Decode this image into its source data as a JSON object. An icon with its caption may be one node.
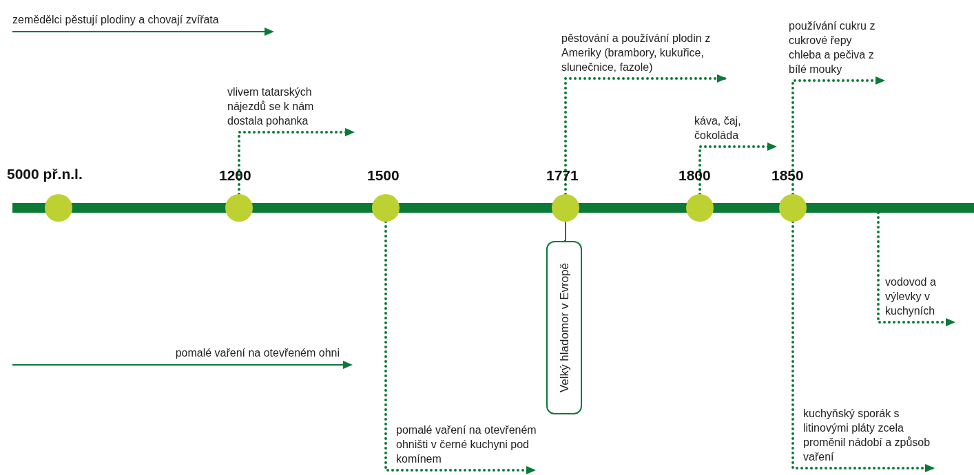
{
  "diagram": {
    "nodes": [
      {
        "text": [],
        "shape": "circle",
        "beside": [
          "5000 př.n.l."
        ]
      },
      {
        "text": [],
        "shape": "circle",
        "beside": [
          "1200"
        ]
      },
      {
        "text": [],
        "shape": "circle",
        "beside": [
          "1500"
        ]
      },
      {
        "text": [],
        "shape": "circle",
        "beside": [
          "1771"
        ]
      },
      {
        "text": [],
        "shape": "circle",
        "beside": [
          "1800"
        ]
      },
      {
        "text": [],
        "shape": "circle",
        "beside": [
          "1850"
        ]
      },
      {
        "text": [
          "vlivem tatarských nájezdů se k nám dostala pohanka"
        ]
      },
      {
        "text": [
          "pěstování a používání plodin z Ameriky (brambory, kukuřice, slunečnice, fazole)"
        ]
      },
      {
        "text": [
          "káva, čaj, čokoláda"
        ]
      },
      {
        "text": [
          "používání cukru z cukrové řepy",
          "chleba a pečiva z bílé mouky"
        ]
      },
      {
        "text": [
          "pomalé vaření na otevřeném ohništi v černé kuchyni pod komínem"
        ]
      },
      {
        "text": [
          "Velký hladomor v Evropě"
        ]
      },
      {
        "text": [
          "vodovod a výlevky v kuchyních"
        ]
      },
      {
        "text": [
          "kuchyňský sporák s litinovými pláty zcela proměnil nádobí a způsob vaření"
        ]
      }
    ],
    "edges": [
      {
        "from": 1,
        "to": 6,
        "arrow": "to",
        "style": "dashed"
      },
      {
        "from": 3,
        "to": 7,
        "arrow": "to",
        "style": "dashed"
      },
      {
        "from": 4,
        "to": 8,
        "arrow": "to",
        "style": "dashed"
      },
      {
        "from": 5,
        "to": 9,
        "arrow": "to",
        "style": "dashed"
      },
      {
        "from": 2,
        "to": 10,
        "arrow": "to",
        "style": "dashed"
      },
      {
        "from": 3,
        "to": 11,
        "arrow": "none"
      },
      {
        "from": null,
        "to": 12,
        "arrow": "to",
        "style": "dashed"
      },
      {
        "from": 5,
        "to": 13,
        "arrow": "to",
        "style": "dashed"
      }
    ],
    "labels": [
      "zemědělci pěstují plodiny a chovají zvířata",
      "pomalé vaření na otevřeném ohni"
    ]
  }
}
